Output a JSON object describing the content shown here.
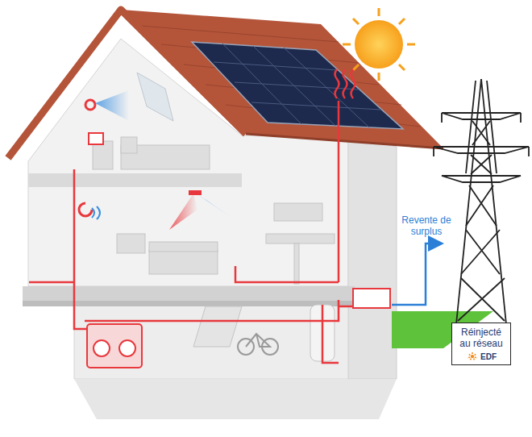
{
  "diagram": {
    "nodes": [
      {
        "text": [
          "Réinjecté au réseau",
          "EDF"
        ]
      }
    ],
    "labels": [
      "Revente de surplus"
    ]
  }
}
